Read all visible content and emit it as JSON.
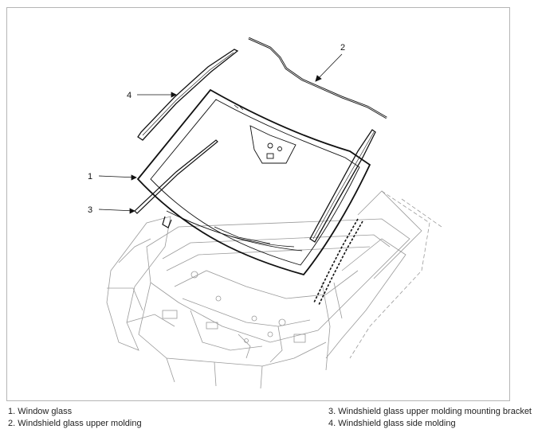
{
  "diagram": {
    "callouts": [
      "1",
      "2",
      "3",
      "4"
    ]
  },
  "legend": {
    "items": [
      {
        "number": "1.",
        "text": "Window glass"
      },
      {
        "number": "2.",
        "text": "Windshield glass upper molding"
      },
      {
        "number": "3.",
        "text": "Windshield glass upper molding mounting bracket"
      },
      {
        "number": "4.",
        "text": "Windshield glass side molding"
      }
    ]
  }
}
